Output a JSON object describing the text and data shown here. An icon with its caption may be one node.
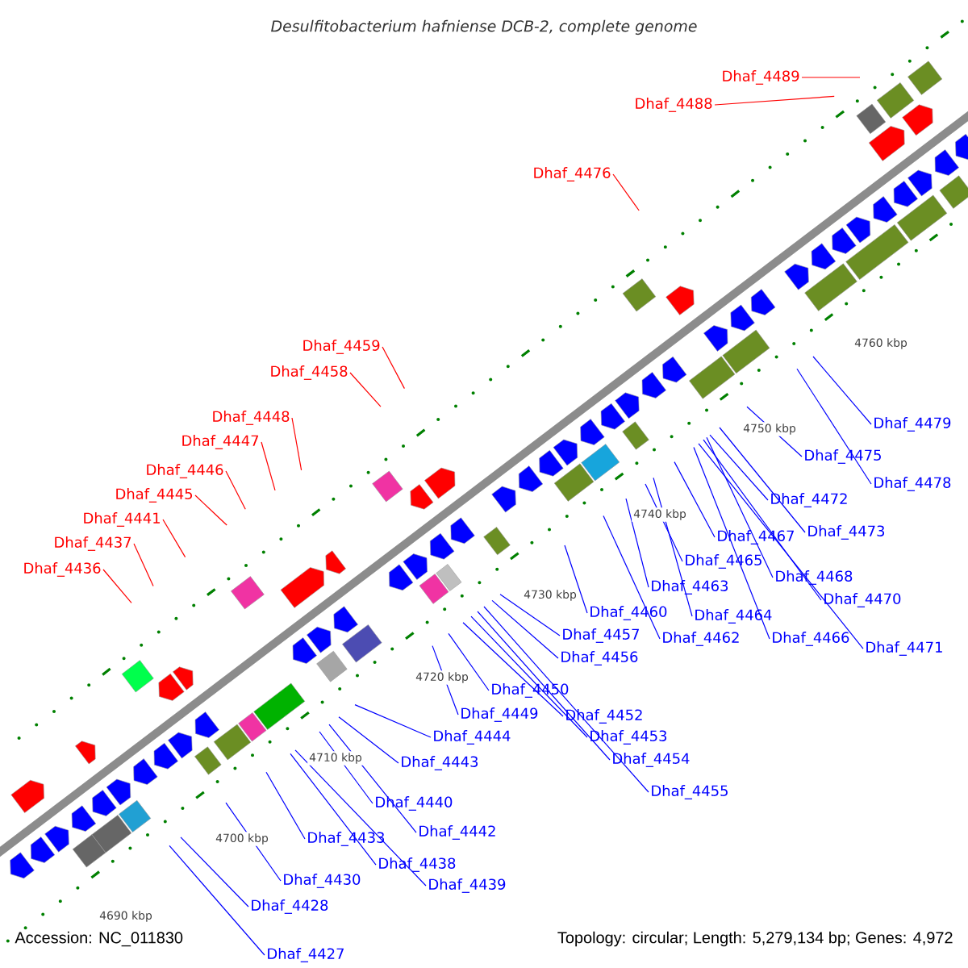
{
  "diagram": {
    "title": "Desulfitobacterium hafniense DCB-2, complete genome",
    "nodes": [
      {
        "text": [
          "Dhaf_4489"
        ]
      },
      {
        "text": [
          "Dhaf_4488"
        ]
      },
      {
        "text": [
          "Dhaf_4476"
        ]
      },
      {
        "text": [
          "Dhaf_4459"
        ]
      },
      {
        "text": [
          "Dhaf_4458"
        ]
      },
      {
        "text": [
          "Dhaf_4448"
        ]
      },
      {
        "text": [
          "Dhaf_4479"
        ]
      },
      {
        "text": [
          "Dhaf_4447"
        ]
      },
      {
        "text": [
          "Dhaf_4475"
        ]
      },
      {
        "text": [
          "Dhaf_4446"
        ]
      },
      {
        "text": [
          "Dhaf_4478"
        ]
      },
      {
        "text": [
          "Dhaf_4445"
        ]
      },
      {
        "text": [
          "Dhaf_4472"
        ]
      },
      {
        "text": [
          "Dhaf_4441"
        ]
      },
      {
        "text": [
          "Dhaf_4473"
        ]
      },
      {
        "text": [
          "Dhaf_4467"
        ]
      },
      {
        "text": [
          "Dhaf_4437"
        ]
      },
      {
        "text": [
          "Dhaf_4465"
        ]
      },
      {
        "text": [
          "Dhaf_4436"
        ]
      },
      {
        "text": [
          "Dhaf_4468"
        ]
      },
      {
        "text": [
          "Dhaf_4463"
        ]
      },
      {
        "text": [
          "Dhaf_4470"
        ]
      },
      {
        "text": [
          "Dhaf_4460"
        ]
      },
      {
        "text": [
          "Dhaf_4464"
        ]
      },
      {
        "text": [
          "Dhaf_4457"
        ]
      },
      {
        "text": [
          "Dhaf_4462"
        ]
      },
      {
        "text": [
          "Dhaf_4466"
        ]
      },
      {
        "text": [
          "Dhaf_4471"
        ]
      },
      {
        "text": [
          "Dhaf_4456"
        ]
      },
      {
        "text": [
          "Dhaf_4450"
        ]
      },
      {
        "text": [
          "Dhaf_4449"
        ]
      },
      {
        "text": [
          "Dhaf_4452"
        ]
      },
      {
        "text": [
          "Dhaf_4444"
        ]
      },
      {
        "text": [
          "Dhaf_4453"
        ]
      },
      {
        "text": [
          "Dhaf_4454"
        ]
      },
      {
        "text": [
          "Dhaf_4443"
        ]
      },
      {
        "text": [
          "Dhaf_4455"
        ]
      },
      {
        "text": [
          "Dhaf_4440"
        ]
      },
      {
        "text": [
          "Dhaf_4442"
        ]
      },
      {
        "text": [
          "Dhaf_4433"
        ]
      },
      {
        "text": [
          "Dhaf_4438"
        ]
      },
      {
        "text": [
          "Dhaf_4430"
        ]
      },
      {
        "text": [
          "Dhaf_4439"
        ]
      },
      {
        "text": [
          "Dhaf_4428"
        ]
      },
      {
        "text": [
          "Dhaf_4427"
        ]
      }
    ],
    "edges": [
      {
        "from": 0,
        "to": null,
        "arrow": "none",
        "color": "#ff0000"
      },
      {
        "from": 1,
        "to": null,
        "arrow": "none",
        "color": "#ff0000"
      },
      {
        "from": 2,
        "to": null,
        "arrow": "none",
        "color": "#ff0000"
      },
      {
        "from": 3,
        "to": null,
        "arrow": "none",
        "color": "#ff0000"
      },
      {
        "from": 4,
        "to": null,
        "arrow": "none",
        "color": "#ff0000"
      },
      {
        "from": 5,
        "to": null,
        "arrow": "none",
        "color": "#ff0000"
      },
      {
        "from": 6,
        "to": null,
        "arrow": "none"
      },
      {
        "from": 7,
        "to": null,
        "arrow": "none",
        "color": "#ff0000"
      },
      {
        "from": 8,
        "to": null,
        "arrow": "none"
      },
      {
        "from": 9,
        "to": null,
        "arrow": "none",
        "color": "#ff0000"
      },
      {
        "from": 10,
        "to": null,
        "arrow": "none"
      },
      {
        "from": 11,
        "to": null,
        "arrow": "none",
        "color": "#ff0000"
      },
      {
        "from": 12,
        "to": null,
        "arrow": "none"
      },
      {
        "from": 13,
        "to": null,
        "arrow": "none",
        "color": "#ff0000"
      },
      {
        "from": 14,
        "to": null,
        "arrow": "none"
      },
      {
        "from": 15,
        "to": null,
        "arrow": "none"
      },
      {
        "from": 16,
        "to": null,
        "arrow": "none",
        "color": "#ff0000"
      },
      {
        "from": 17,
        "to": null,
        "arrow": "none"
      },
      {
        "from": 18,
        "to": null,
        "arrow": "none",
        "color": "#ff0000"
      },
      {
        "from": 19,
        "to": null,
        "arrow": "none"
      },
      {
        "from": 20,
        "to": null,
        "arrow": "none"
      },
      {
        "from": 21,
        "to": null,
        "arrow": "none"
      },
      {
        "from": 22,
        "to": null,
        "arrow": "none"
      },
      {
        "from": 23,
        "to": null,
        "arrow": "none"
      },
      {
        "from": 24,
        "to": null,
        "arrow": "none"
      },
      {
        "from": 25,
        "to": null,
        "arrow": "none"
      },
      {
        "from": 26,
        "to": null,
        "arrow": "none"
      },
      {
        "from": 27,
        "to": null,
        "arrow": "none"
      },
      {
        "from": 28,
        "to": null,
        "arrow": "none"
      },
      {
        "from": 29,
        "to": null,
        "arrow": "none"
      },
      {
        "from": 30,
        "to": null,
        "arrow": "none"
      },
      {
        "from": 31,
        "to": null,
        "arrow": "none"
      },
      {
        "from": 32,
        "to": null,
        "arrow": "none"
      },
      {
        "from": 33,
        "to": null,
        "arrow": "none"
      },
      {
        "from": 34,
        "to": null,
        "arrow": "none"
      },
      {
        "from": 35,
        "to": null,
        "arrow": "none"
      },
      {
        "from": 36,
        "to": null,
        "arrow": "none"
      },
      {
        "from": 37,
        "to": null,
        "arrow": "none"
      },
      {
        "from": 38,
        "to": null,
        "arrow": "none"
      },
      {
        "from": 39,
        "to": null,
        "arrow": "none"
      },
      {
        "from": 40,
        "to": null,
        "arrow": "none"
      },
      {
        "from": 41,
        "to": null,
        "arrow": "none"
      },
      {
        "from": 42,
        "to": null,
        "arrow": "none"
      },
      {
        "from": 43,
        "to": null,
        "arrow": "none"
      },
      {
        "from": 44,
        "to": null,
        "arrow": "none"
      }
    ],
    "labels": [
      "4760 kbp",
      "4750 kbp",
      "4740 kbp",
      "4730 kbp",
      "4720 kbp",
      "4710 kbp",
      "4700 kbp",
      "4690 kbp",
      "Accession: NC_011830",
      "Topology: circular; Length: 5,279,134 bp; Genes: 4,972"
    ]
  }
}
